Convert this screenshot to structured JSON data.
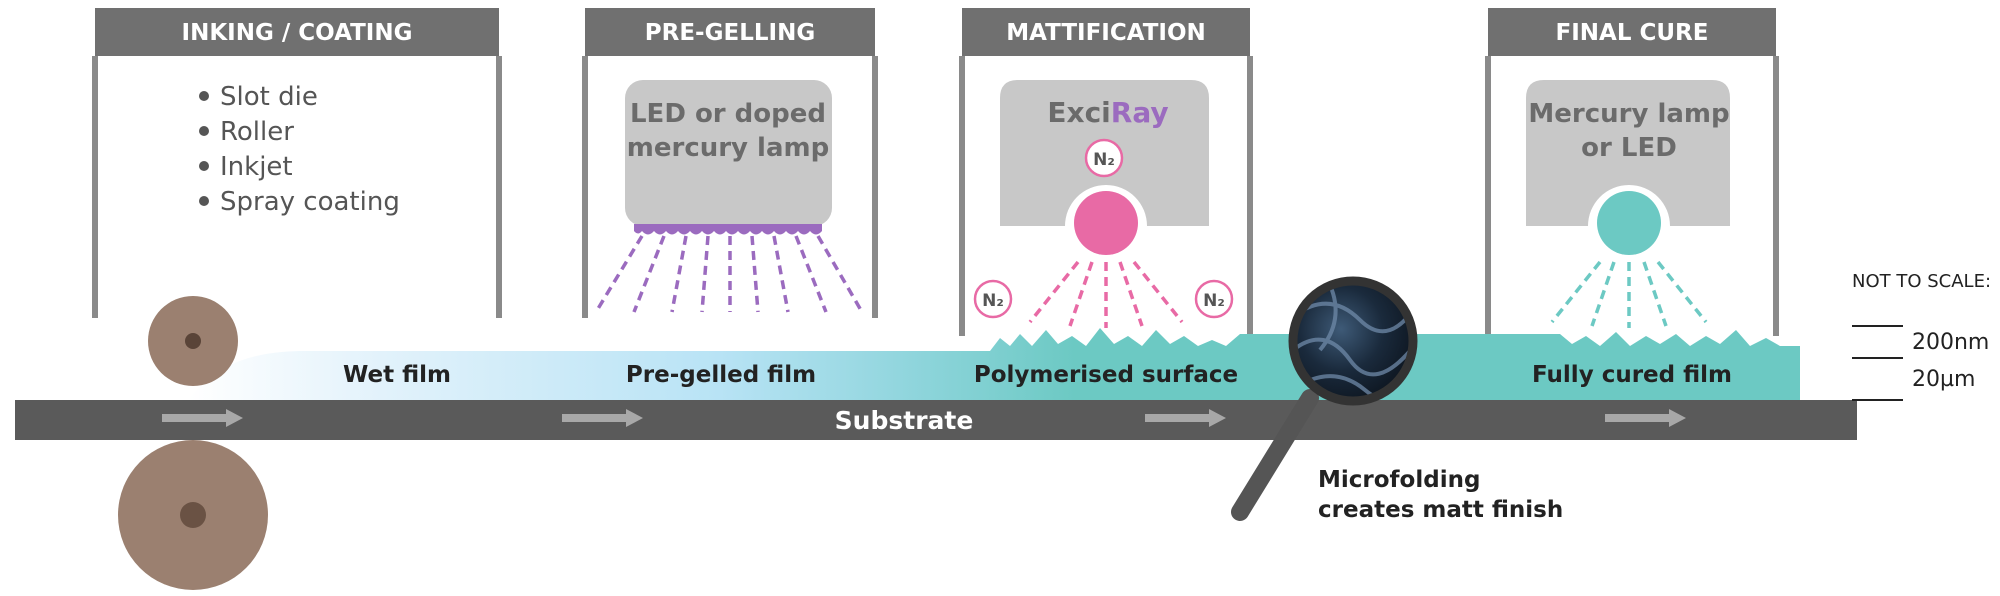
{
  "stages": [
    {
      "title": "INKING / COATING",
      "bullets": [
        "Slot die",
        "Roller",
        "Inkjet",
        "Spray coating"
      ]
    },
    {
      "title": "PRE-GELLING",
      "lamp_lines": [
        "LED or doped",
        "mercury lamp"
      ]
    },
    {
      "title": "MATTIFICATION",
      "lamp_brand_part1": "Exci",
      "lamp_brand_part2": "Ray",
      "gas_label": "N₂"
    },
    {
      "title": "FINAL CURE",
      "lamp_lines": [
        "Mercury lamp",
        "or LED"
      ]
    }
  ],
  "film_labels": [
    "Wet film",
    "Pre-gelled film",
    "Polymerised surface",
    "Fully cured film"
  ],
  "substrate_label": "Substrate",
  "callout_lines": [
    "Microfolding",
    "creates matt finish"
  ],
  "scale": {
    "title": "NOT TO SCALE:",
    "labels": [
      "200nm",
      "20µm"
    ]
  },
  "colors": {
    "header_bar": "#707070",
    "panel_border": "#8a8a8a",
    "lamp_grey": "#c8c8c8",
    "lamp_text": "#6b6b6b",
    "purple": "#9b6bbf",
    "pink": "#e86aa5",
    "teal": "#6cc9c3",
    "substrate": "#5a5a5a",
    "roller": "#9b8070",
    "wet_film": "#d8eefa",
    "pregel_film": "#a9dcf2"
  }
}
